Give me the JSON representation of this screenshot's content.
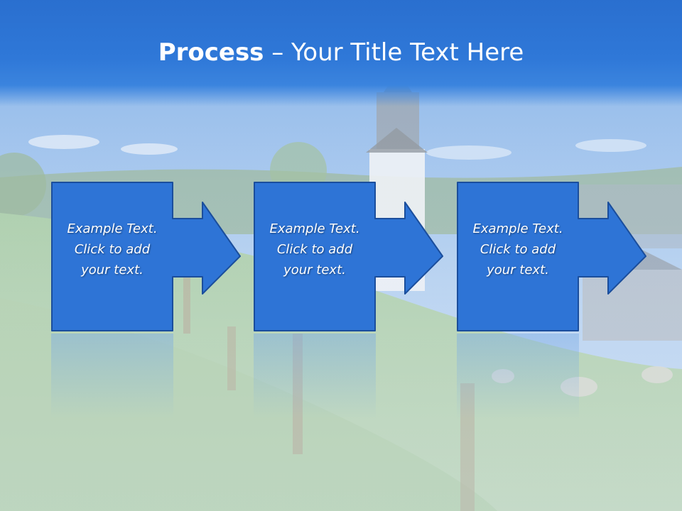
{
  "title": {
    "bold": "Process",
    "rest": " – Your Title Text Here"
  },
  "steps": [
    {
      "text": "Example Text.\nClick  to add\nyour text."
    },
    {
      "text": "Example Text.\nClick  to add\nyour text."
    },
    {
      "text": "Example Text.\nClick  to add\nyour text."
    }
  ],
  "colors": {
    "box_fill": "#2e74d6",
    "box_stroke": "#1b4e9c",
    "title_bar": "#2f78d8"
  }
}
